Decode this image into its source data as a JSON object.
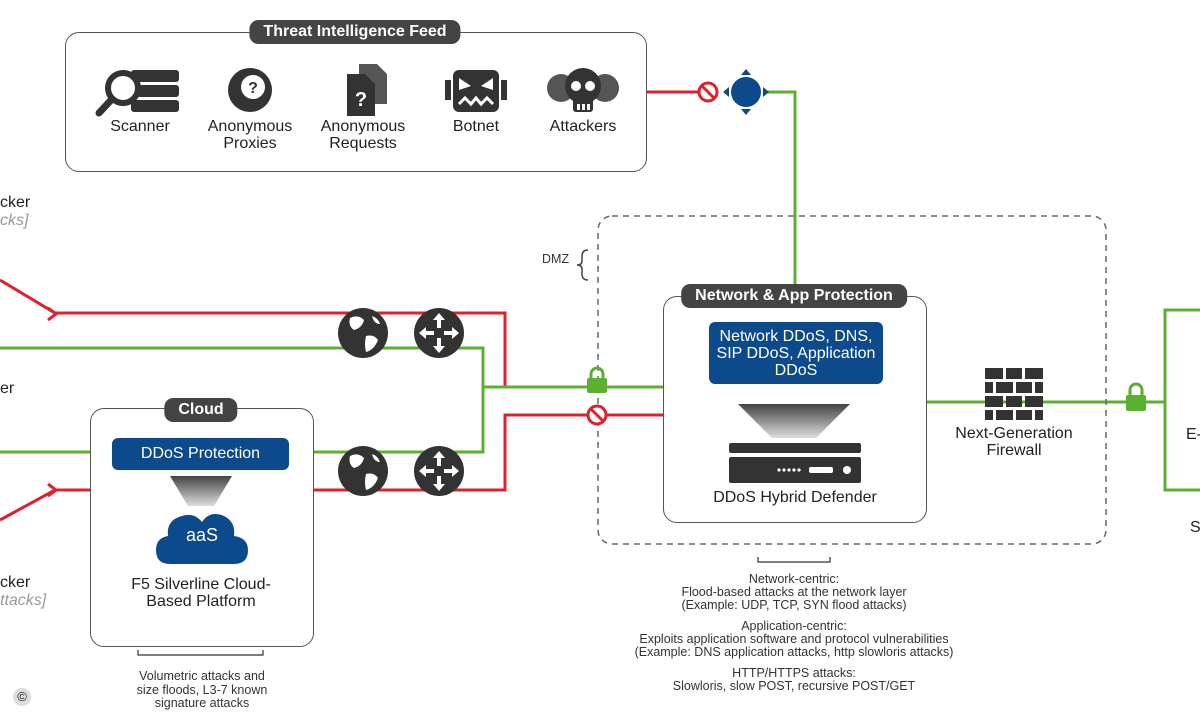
{
  "threat_feed": {
    "title": "Threat Intelligence Feed",
    "items": [
      {
        "label": "Scanner",
        "icon": "scanner-icon"
      },
      {
        "label": "Anonymous Proxies",
        "icon": "anonymous-proxy-icon"
      },
      {
        "label": "Anonymous Requests",
        "icon": "anonymous-requests-icon"
      },
      {
        "label": "Botnet",
        "icon": "botnet-icon"
      },
      {
        "label": "Attackers",
        "icon": "attackers-icon"
      }
    ]
  },
  "left_edge": {
    "attacker_top": "cker",
    "attacker_top_sub": "cks]",
    "user_mid": "er",
    "attacker_bottom": "cker",
    "attacker_bottom_sub": "ttacks]"
  },
  "dmz_label": "DMZ",
  "cloud": {
    "title": "Cloud",
    "service": "DDoS Protection",
    "aas": "aaS",
    "platform": "F5 Silverline Cloud-Based Platform",
    "note": "Volumetric attacks and size floods, L3-7 known signature attacks"
  },
  "network_app": {
    "title": "Network & App Protection",
    "service": "Network DDoS, DNS, SIP DDoS, Application DDoS",
    "device": "DDoS Hybrid Defender"
  },
  "firewall": {
    "label": "Next-Generation Firewall"
  },
  "right_edge": {
    "label_1": "E-",
    "label_2": "S"
  },
  "notes": {
    "network_centric_title": "Network-centric:",
    "network_centric_body": "Flood-based attacks at the network layer",
    "network_centric_example": "(Example: UDP, TCP, SYN flood attacks)",
    "application_centric_title": "Application-centric:",
    "application_centric_body": "Exploits application software and protocol vulnerabilities",
    "application_centric_example": "(Example: DNS application attacks, http slowloris attacks)",
    "http_title": "HTTP/HTTPS attacks:",
    "http_body": "Slowloris, slow POST, recursive POST/GET"
  },
  "copyright": "©",
  "colors": {
    "red": "#e0202c",
    "green": "#5cb030",
    "blue": "#0d4a8c",
    "dark": "#444444"
  }
}
